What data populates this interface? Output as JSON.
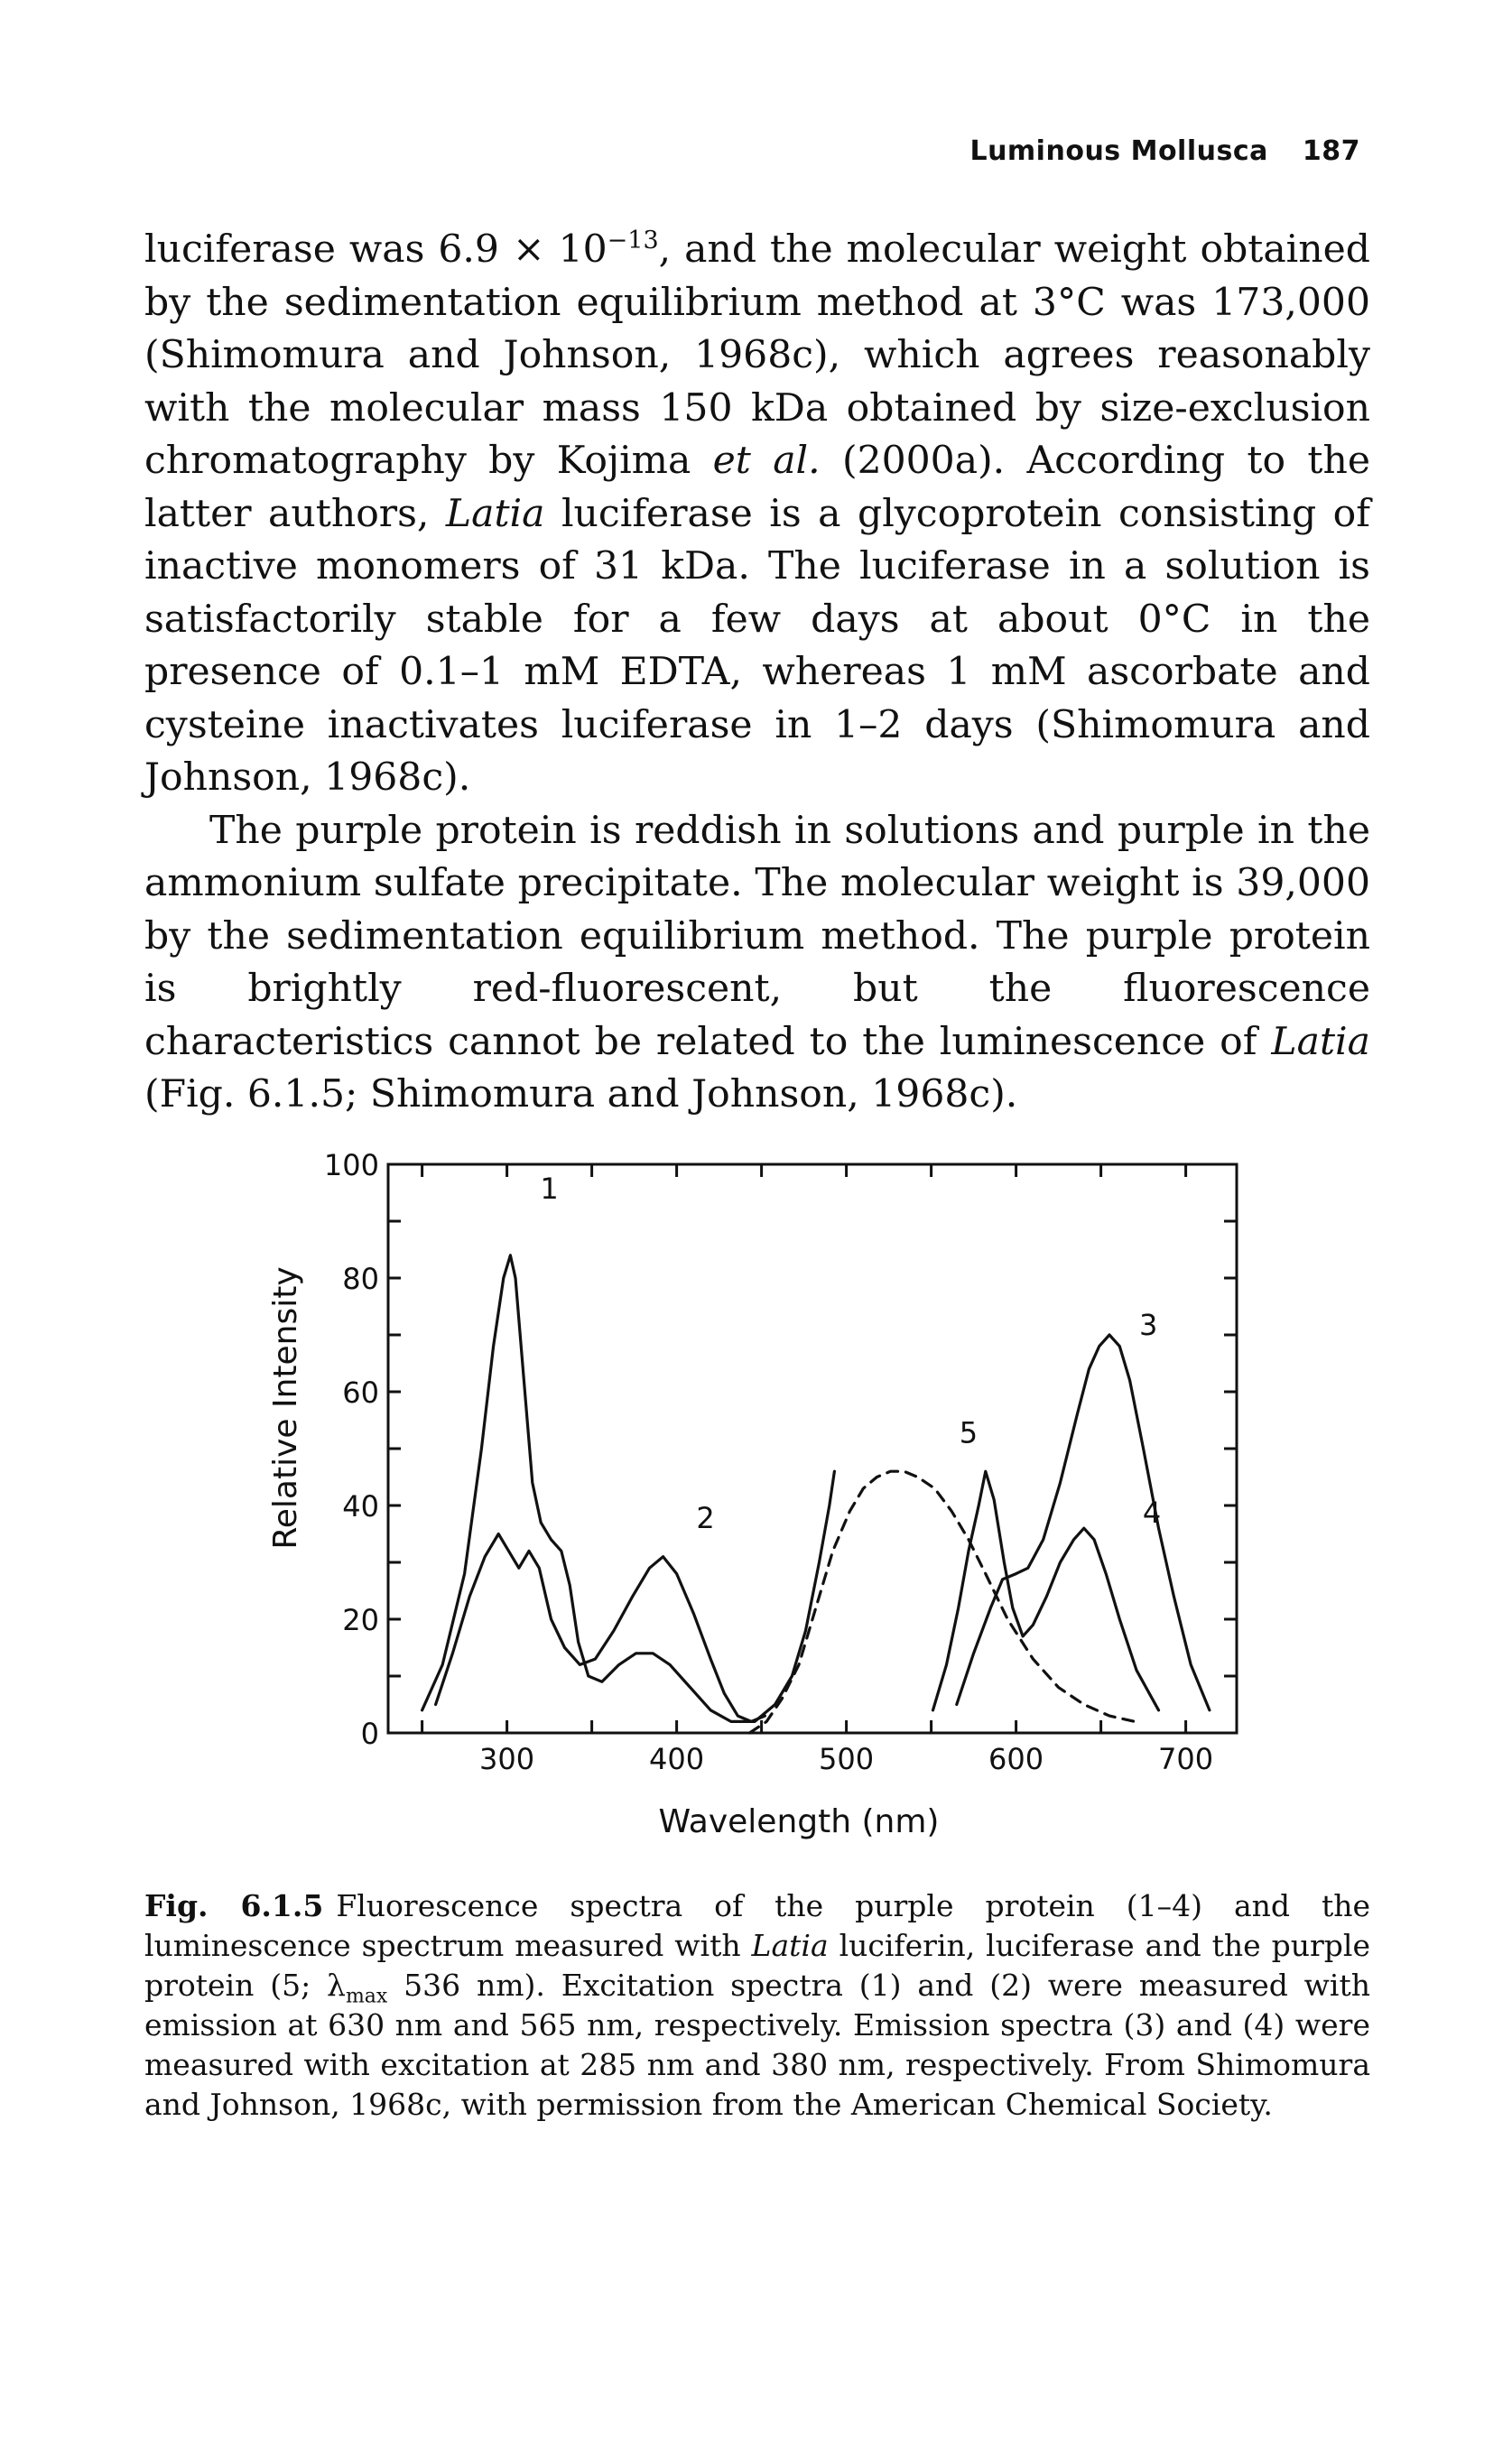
{
  "header": {
    "running_title": "Luminous Mollusca",
    "page_number": "187"
  },
  "body": {
    "p1_a": "luciferase was 6.9 × 10",
    "p1_exp": "−13",
    "p1_b": ", and the molecular weight obtained by the sedimentation equilibrium method at 3°C was 173,000 (Shimomura and Johnson, 1968c), which agrees reasonably with the molecular mass 150 kDa obtained by size-exclusion chromatography by Kojima ",
    "p1_etal": "et al.",
    "p1_c": " (2000a). According to the latter authors, ",
    "p1_latia": "Latia",
    "p1_d": " luciferase is a glycoprotein consisting of inactive monomers of 31 kDa. The luciferase in a solution is satisfactorily stable for a few days at about 0°C in the presence of 0.1–1 mM EDTA, whereas 1 mM ascorbate and cysteine inactivates luciferase in 1–2 days (Shimomura and Johnson, 1968c).",
    "p2_a": "The purple protein is reddish in solutions and purple in the ammonium sulfate precipitate. The molecular weight is 39,000 by the sedimentation equilibrium method. The purple protein is brightly red-fluorescent, but the fluorescence characteristics cannot be related to the luminescence of ",
    "p2_latia": "Latia",
    "p2_b": " (Fig. 6.1.5; Shimomura and Johnson, 1968c)."
  },
  "caption": {
    "label": "Fig. 6.1.5",
    "a": "Fluorescence spectra of the purple protein (1–4) and the luminescence spectrum measured with ",
    "latia": "Latia",
    "b": " luciferin, luciferase and the purple protein (5; λ",
    "sub": "max",
    "c": " 536 nm). Excitation spectra (1) and (2) were measured with emission at 630 nm and 565 nm, respectively. Emission spectra (3) and (4) were measured with excitation at 285 nm and 380 nm, respectively. From Shimomura and Johnson, 1968c, with permission from the American Chemical Society."
  },
  "chart_data": {
    "type": "line",
    "title": "",
    "xlabel": "Wavelength (nm)",
    "ylabel": "Relative Intensity",
    "xlim": [
      230,
      730
    ],
    "ylim": [
      0,
      100
    ],
    "x_ticks": [
      300,
      400,
      500,
      600,
      700
    ],
    "y_ticks": [
      0,
      20,
      40,
      60,
      80,
      100
    ],
    "y_tick_labels": [
      "0",
      "20",
      "40",
      "60",
      "80",
      "100"
    ],
    "grid": false,
    "series": [
      {
        "name": "1",
        "style": "solid",
        "label_at": [
          325,
          94
        ],
        "points": [
          [
            250,
            4
          ],
          [
            262,
            12
          ],
          [
            275,
            28
          ],
          [
            285,
            50
          ],
          [
            292,
            68
          ],
          [
            298,
            80
          ],
          [
            302,
            84
          ],
          [
            305,
            80
          ],
          [
            310,
            62
          ],
          [
            315,
            44
          ],
          [
            320,
            37
          ],
          [
            326,
            34
          ],
          [
            332,
            32
          ],
          [
            337,
            26
          ],
          [
            342,
            16
          ],
          [
            348,
            10
          ],
          [
            356,
            9
          ],
          [
            366,
            12
          ],
          [
            376,
            14
          ],
          [
            386,
            14
          ],
          [
            396,
            12
          ],
          [
            408,
            8
          ],
          [
            420,
            4
          ],
          [
            432,
            2
          ],
          [
            446,
            2
          ],
          [
            458,
            5
          ],
          [
            468,
            10
          ],
          [
            476,
            18
          ],
          [
            484,
            30
          ],
          [
            490,
            40
          ],
          [
            493,
            46
          ]
        ]
      },
      {
        "name": "2",
        "style": "solid",
        "label_at": [
          417,
          36
        ],
        "points": [
          [
            258,
            5
          ],
          [
            268,
            14
          ],
          [
            278,
            24
          ],
          [
            287,
            31
          ],
          [
            295,
            35
          ],
          [
            301,
            32
          ],
          [
            307,
            29
          ],
          [
            313,
            32
          ],
          [
            319,
            29
          ],
          [
            326,
            20
          ],
          [
            334,
            15
          ],
          [
            343,
            12
          ],
          [
            352,
            13
          ],
          [
            363,
            18
          ],
          [
            374,
            24
          ],
          [
            384,
            29
          ],
          [
            392,
            31
          ],
          [
            400,
            28
          ],
          [
            410,
            21
          ],
          [
            420,
            13
          ],
          [
            428,
            7
          ],
          [
            436,
            3
          ],
          [
            444,
            2
          ],
          [
            452,
            3
          ]
        ]
      },
      {
        "name": "3",
        "style": "solid",
        "label_at": [
          678,
          70
        ],
        "points": [
          [
            565,
            5
          ],
          [
            575,
            14
          ],
          [
            585,
            22
          ],
          [
            592,
            27
          ],
          [
            600,
            28
          ],
          [
            607,
            29
          ],
          [
            616,
            34
          ],
          [
            626,
            44
          ],
          [
            636,
            56
          ],
          [
            643,
            64
          ],
          [
            649,
            68
          ],
          [
            655,
            70
          ],
          [
            661,
            68
          ],
          [
            667,
            62
          ],
          [
            675,
            50
          ],
          [
            684,
            36
          ],
          [
            693,
            24
          ],
          [
            703,
            12
          ],
          [
            714,
            4
          ]
        ]
      },
      {
        "name": "4",
        "style": "solid",
        "label_at": [
          680,
          37
        ],
        "points": [
          [
            551,
            4
          ],
          [
            559,
            12
          ],
          [
            566,
            22
          ],
          [
            572,
            32
          ],
          [
            578,
            40
          ],
          [
            582,
            46
          ],
          [
            587,
            41
          ],
          [
            593,
            30
          ],
          [
            598,
            22
          ],
          [
            604,
            17
          ],
          [
            610,
            19
          ],
          [
            618,
            24
          ],
          [
            626,
            30
          ],
          [
            634,
            34
          ],
          [
            640,
            36
          ],
          [
            646,
            34
          ],
          [
            653,
            28
          ],
          [
            661,
            20
          ],
          [
            671,
            11
          ],
          [
            684,
            4
          ]
        ]
      },
      {
        "name": "5",
        "style": "dashed",
        "label_at": [
          572,
          51
        ],
        "points": [
          [
            443,
            0
          ],
          [
            453,
            2
          ],
          [
            462,
            6
          ],
          [
            472,
            12
          ],
          [
            482,
            22
          ],
          [
            492,
            32
          ],
          [
            502,
            39
          ],
          [
            510,
            43
          ],
          [
            518,
            45
          ],
          [
            526,
            46
          ],
          [
            534,
            46
          ],
          [
            542,
            45
          ],
          [
            552,
            43
          ],
          [
            562,
            39
          ],
          [
            572,
            34
          ],
          [
            582,
            28
          ],
          [
            595,
            20
          ],
          [
            610,
            13
          ],
          [
            625,
            8
          ],
          [
            640,
            5
          ],
          [
            655,
            3
          ],
          [
            670,
            2
          ]
        ]
      }
    ]
  }
}
